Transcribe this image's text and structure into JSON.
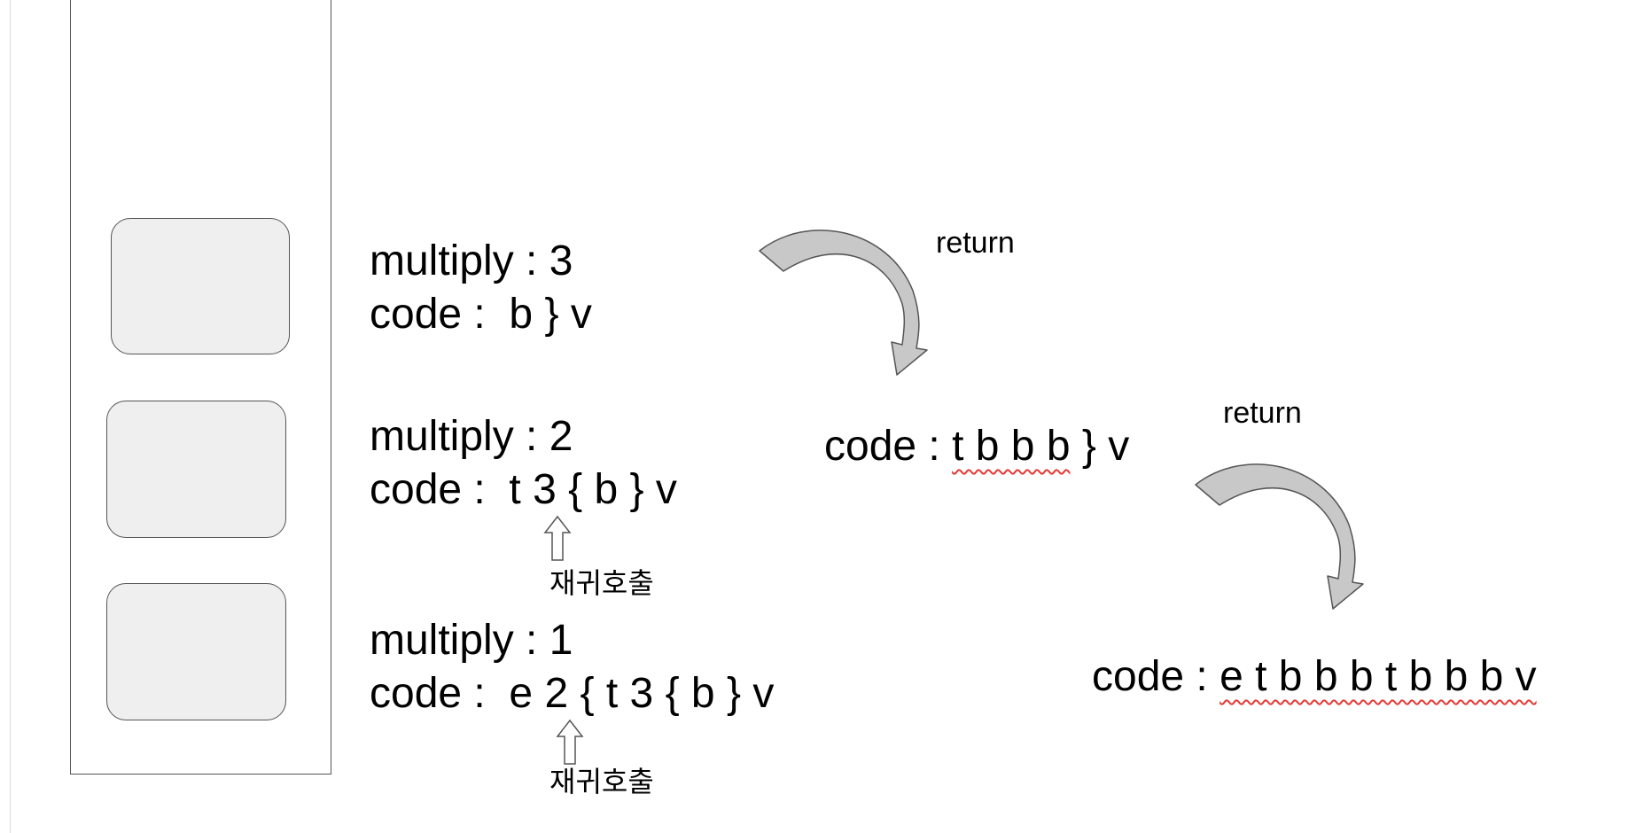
{
  "frames": [
    {
      "multiply": "multiply : 3",
      "code": "code :  b } v"
    },
    {
      "multiply": "multiply : 2",
      "code": "code :  t 3 { b } v"
    },
    {
      "multiply": "multiply : 1",
      "code": "code :  e 2 { t 3 { b } v"
    }
  ],
  "recursive_call_label": "재귀호출",
  "return_label": "return",
  "results": [
    {
      "prefix": "code : ",
      "tokens": "t b b b",
      "suffix": " } v"
    },
    {
      "prefix": "code : ",
      "tokens": "e t b b b t b b b v",
      "suffix": ""
    }
  ],
  "colors": {
    "slot_fill": "#efefef",
    "arrow_fill": "#c8c8c8",
    "spellcheck": "#e53935"
  },
  "icons": {
    "call_arrow": "up-arrow-icon",
    "return_arrow": "curved-down-arrow-icon"
  }
}
